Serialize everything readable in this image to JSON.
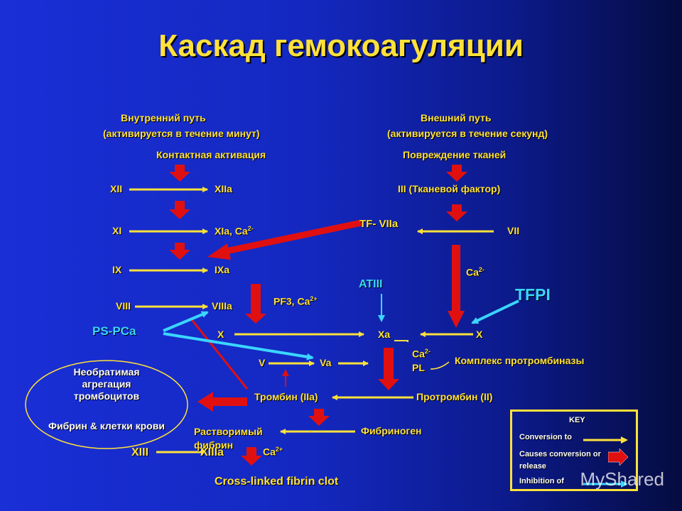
{
  "title": "Каскад гемокоагуляции",
  "intrinsic": {
    "heading": "Внутренний путь",
    "subheading": "(активируется в течение минут)",
    "start": "Контактная активация",
    "rows": [
      {
        "from": "XII",
        "to": "XIIa"
      },
      {
        "from": "XI",
        "to": "XIa, Ca"
      },
      {
        "from": "IX",
        "to": "IXa"
      },
      {
        "from": "VIII",
        "to": "VIIIa"
      }
    ],
    "ca_sup": "2-"
  },
  "extrinsic": {
    "heading": "Внешний путь",
    "subheading": "(активируется в течение секунд)",
    "start": "Повреждение тканей",
    "tf": "III (Тканевой фактор)",
    "vii": "VII",
    "tf_viia": "TF- VIIa",
    "ca": "Ca",
    "ca_sup": "2-"
  },
  "common": {
    "pf3": "PF3, Ca",
    "pf3_sup": "2+",
    "atiii": "ATIII",
    "tfpi": "TFPI",
    "pspca": "PS-PCa",
    "x_left": "X",
    "xa": "Xa",
    "x_right": "X",
    "v": "V",
    "va": "Va",
    "ca": "Ca",
    "ca_sup": "2-",
    "pl": "PL",
    "prothrombinase": "Комплекс протромбиназы",
    "thrombin": "Тромбин (IIa)",
    "prothrombin": "Протромбин (II)",
    "soluble_fibrin": "Растворимый фибрин",
    "fibrinogen": "Фибриноген",
    "xiii": "XIII",
    "xiiia": "XIIIa",
    "ca2": "Ca",
    "ca2_sup": "2+",
    "clot": "Cross-linked fibrin clot"
  },
  "ellipse": {
    "line1": "Необратимая агрегация тромбоцитов",
    "line2": "Фибрин & клетки крови"
  },
  "key": {
    "title": "KEY",
    "conversion": "Conversion to",
    "causes": "Causes conversion or release",
    "inhibition": "Inhibition of"
  },
  "watermark": "MyShared",
  "colors": {
    "arrow_red": "#e01010",
    "arrow_blue": "#3ad6ff",
    "text_yellow": "#ffe13a",
    "background": "#1a2fd6"
  }
}
